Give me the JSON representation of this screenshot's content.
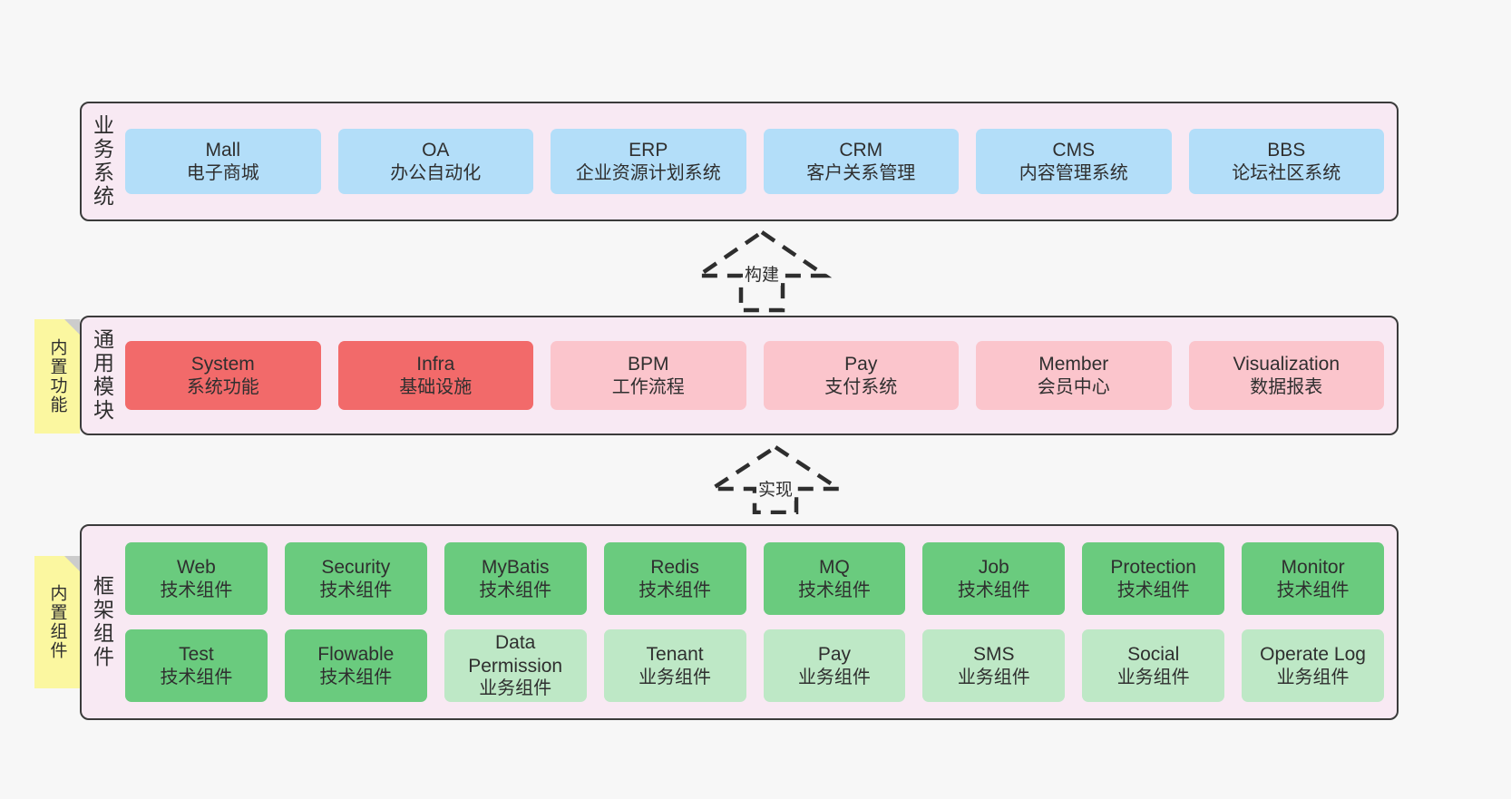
{
  "diagram": {
    "background_color": "#f7f7f7",
    "layer_fill": "#f8e9f3",
    "layer_border": "#3b3b3b",
    "sticky_color": "#fbf7a0"
  },
  "layers": {
    "business": {
      "title": "业务系统",
      "cards": [
        {
          "name": "Mall",
          "sub": "电子商城",
          "color": "#b3def9"
        },
        {
          "name": "OA",
          "sub": "办公自动化",
          "color": "#b3def9"
        },
        {
          "name": "ERP",
          "sub": "企业资源计划系统",
          "color": "#b3def9"
        },
        {
          "name": "CRM",
          "sub": "客户关系管理",
          "color": "#b3def9"
        },
        {
          "name": "CMS",
          "sub": "内容管理系统",
          "color": "#b3def9"
        },
        {
          "name": "BBS",
          "sub": "论坛社区系统",
          "color": "#b3def9"
        }
      ]
    },
    "common": {
      "title": "通用模块",
      "sticky": "内置功能",
      "cards": [
        {
          "name": "System",
          "sub": "系统功能",
          "color": "#f26a6a"
        },
        {
          "name": "Infra",
          "sub": "基础设施",
          "color": "#f26a6a"
        },
        {
          "name": "BPM",
          "sub": "工作流程",
          "color": "#fbc5cc"
        },
        {
          "name": "Pay",
          "sub": "支付系统",
          "color": "#fbc5cc"
        },
        {
          "name": "Member",
          "sub": "会员中心",
          "color": "#fbc5cc"
        },
        {
          "name": "Visualization",
          "sub": "数据报表",
          "color": "#fbc5cc"
        }
      ]
    },
    "framework": {
      "title": "框架组件",
      "sticky": "内置组件",
      "row1": [
        {
          "name": "Web",
          "sub": "技术组件",
          "color": "#6acb7e"
        },
        {
          "name": "Security",
          "sub": "技术组件",
          "color": "#6acb7e"
        },
        {
          "name": "MyBatis",
          "sub": "技术组件",
          "color": "#6acb7e"
        },
        {
          "name": "Redis",
          "sub": "技术组件",
          "color": "#6acb7e"
        },
        {
          "name": "MQ",
          "sub": "技术组件",
          "color": "#6acb7e"
        },
        {
          "name": "Job",
          "sub": "技术组件",
          "color": "#6acb7e"
        },
        {
          "name": "Protection",
          "sub": "技术组件",
          "color": "#6acb7e"
        },
        {
          "name": "Monitor",
          "sub": "技术组件",
          "color": "#6acb7e"
        }
      ],
      "row2": [
        {
          "name": "Test",
          "sub": "技术组件",
          "color": "#6acb7e"
        },
        {
          "name": "Flowable",
          "sub": "技术组件",
          "color": "#6acb7e"
        },
        {
          "name": "Data Permission",
          "sub": "业务组件",
          "color": "#bee8c6"
        },
        {
          "name": "Tenant",
          "sub": "业务组件",
          "color": "#bee8c6"
        },
        {
          "name": "Pay",
          "sub": "业务组件",
          "color": "#bee8c6"
        },
        {
          "name": "SMS",
          "sub": "业务组件",
          "color": "#bee8c6"
        },
        {
          "name": "Social",
          "sub": "业务组件",
          "color": "#bee8c6"
        },
        {
          "name": "Operate Log",
          "sub": "业务组件",
          "color": "#bee8c6"
        }
      ]
    }
  },
  "arrows": {
    "build": {
      "label": "构建"
    },
    "implement": {
      "label": "实现"
    }
  }
}
